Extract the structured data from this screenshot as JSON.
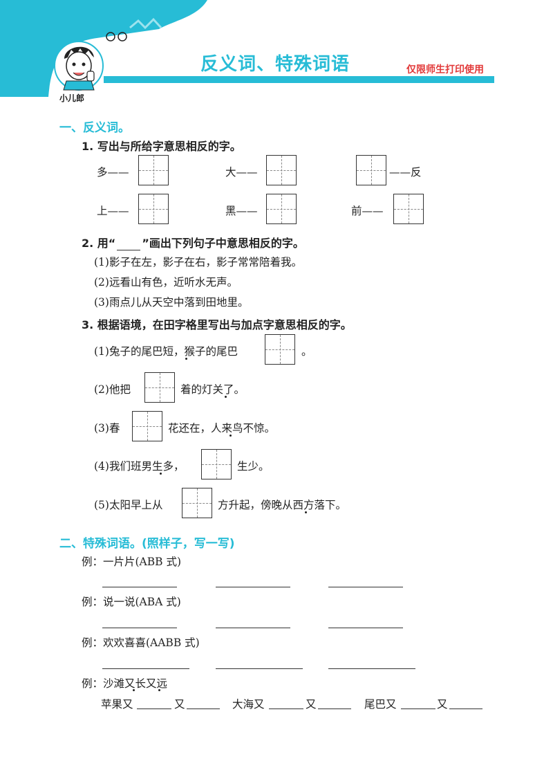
{
  "header": {
    "title": "反义词、特殊词语",
    "note": "仅限师生打印使用",
    "mascot_label": "小儿郎",
    "accent": "#27bcd6",
    "note_color": "#e23a3a"
  },
  "section1": {
    "title": "一、反义词。",
    "q1": {
      "title": "1. 写出与所给字意思相反的字。",
      "pairs": [
        "多——",
        "大——",
        "——反",
        "上——",
        "黑——",
        "前——"
      ]
    },
    "q2": {
      "title_prefix": "2. 用“",
      "title_suffix": "”画出下列句子中意思相反的字。",
      "sentences": [
        "(1)影子在左，影子在右，影子常常陪着我。",
        "(2)远看山有色，近听水无声。",
        "(3)雨点儿从天空中落到田地里。"
      ]
    },
    "q3": {
      "title": "3. 根据语境，在田字格里写出与加点字意思相反的字。",
      "items": [
        {
          "before": "(1)兔子的尾巴短，猴子的尾巴",
          "after": "。"
        },
        {
          "before": "(2)他把",
          "after": "着的灯关了。"
        },
        {
          "before": "(3)春",
          "after": "花还在，人来鸟不惊。"
        },
        {
          "before": "(4)我们班男生多，",
          "after": "生少。"
        },
        {
          "before": "(5)太阳早上从",
          "after": "方升起，傍晚从西方落下。"
        }
      ]
    }
  },
  "section2": {
    "title": "二、特殊词语。(照样子，写一写)",
    "examples": [
      "例：一片片(ABB 式)",
      "例：说一说(ABA 式)",
      "例：欢欢喜喜(AABB 式)",
      "例：沙滩又长又远"
    ],
    "fill": [
      "苹果又",
      "又",
      "大海又",
      "又",
      "尾巴又",
      "又"
    ]
  }
}
